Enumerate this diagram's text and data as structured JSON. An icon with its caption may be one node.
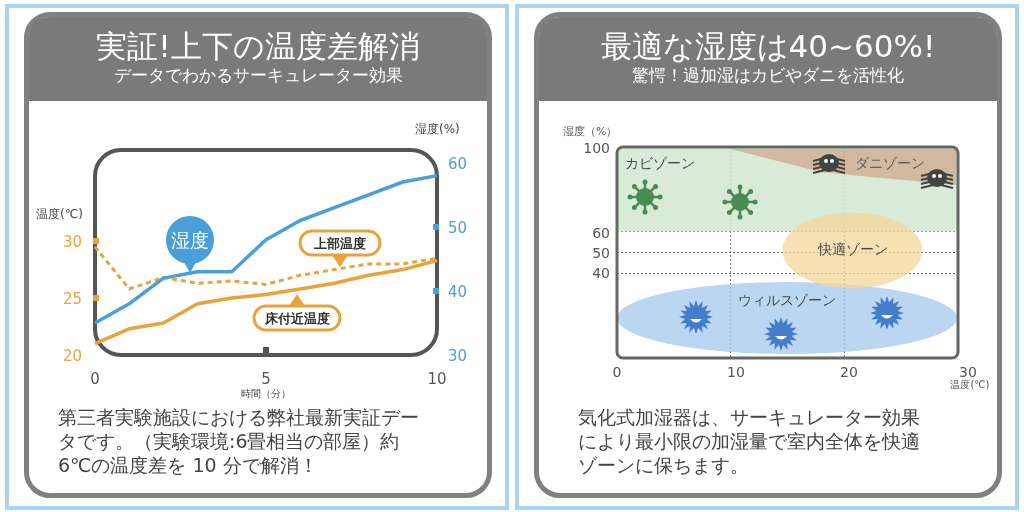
{
  "diagram": {
    "nodes": [
      {
        "text": [
          "実証!上下の温度差解消",
          "データでわかるサーキュレーター効果"
        ]
      },
      {
        "text": [
          "最適な湿度は40~60%!",
          "驚愕！過加湿はカビやダニを活性化"
        ]
      },
      {
        "text": [
          "カビゾーン"
        ]
      },
      {
        "text": [
          "ダニゾーン"
        ],
        "in": 2
      },
      {
        "text": [
          "快適ゾーン"
        ]
      },
      {
        "text": [
          "ウィルスゾーン"
        ]
      }
    ],
    "labels": [
      "第三者実験施設における弊社最新実証データです。（実験環境:6畳相当の部屋）約 6℃の温度差を 10 分で解消！",
      "湿度（%）",
      "100",
      "60",
      "50",
      "40",
      "0",
      "10",
      "20",
      "30",
      "温度(℃)",
      "気化式加湿器は、サーキュレーター効果により最小限の加湿量で室内全体を快適ゾーンに保ちます。"
    ],
    "chart_data": {
      "type": "line",
      "xlabel": "時間（分）",
      "ylabel": "温度(℃)",
      "x": [
        0,
        1,
        2,
        3,
        4,
        5,
        6,
        7,
        8,
        9,
        10
      ],
      "xlim": [
        0,
        10
      ],
      "ylim": [
        20,
        38
      ],
      "xticks": [
        0,
        5,
        10
      ],
      "yticks": [
        20,
        25,
        30
      ],
      "y2label": "湿度(%)",
      "y2lim": [
        30,
        62
      ],
      "y2ticks": [
        30,
        40,
        50,
        60
      ],
      "series": [
        {
          "name": "上部温度",
          "color": "#e8a33d",
          "line_style": "dashed",
          "values": [
            29.5,
            25.8,
            26.8,
            26.3,
            26.5,
            26.2,
            27,
            27.5,
            28,
            28,
            28.5
          ]
        },
        {
          "name": "床付近温度",
          "color": "#e8a33d",
          "values": [
            21,
            22.3,
            22.8,
            24.5,
            25,
            25.3,
            25.8,
            26.3,
            27,
            27.5,
            28.3
          ]
        },
        {
          "name": "湿度",
          "color": "#4a9fd8",
          "axis": "y2",
          "values": [
            35,
            38,
            42,
            43,
            43,
            48,
            51,
            53,
            55,
            57,
            58
          ]
        }
      ]
    }
  }
}
